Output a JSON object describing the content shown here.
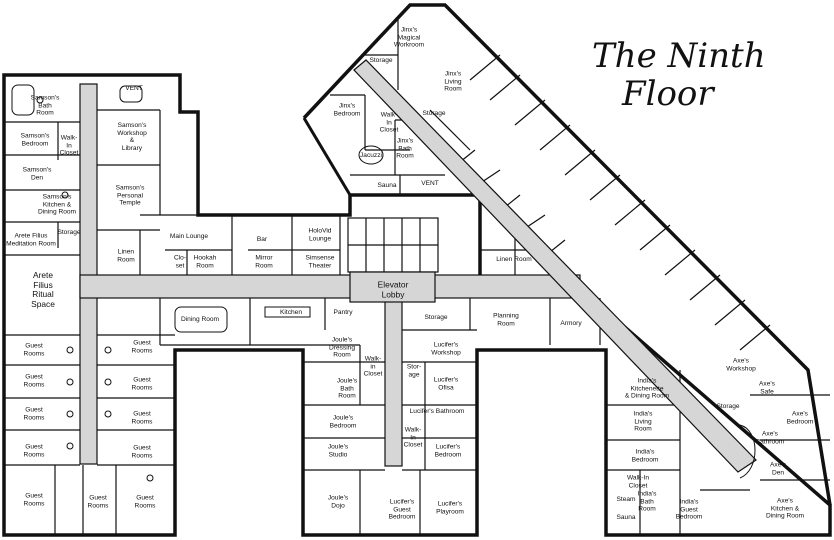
{
  "title": {
    "line1": "The Ninth",
    "line2": "Floor"
  },
  "rooms": {
    "samsons_bath_room": "Samson's\nBath\nRoom",
    "vent_1": "VENT",
    "samsons_bedroom": "Samson's\nBedroom",
    "walk_in_closet_samson": "Walk-\nIn\nCloset",
    "samsons_workshop_library": "Samson's\nWorkshop\n&\nLibrary",
    "samsons_den": "Samson's\nDen",
    "samsons_personal_temple": "Samson's\nPersonal\nTemple",
    "samsons_kitchen_dining": "Samson's\nKitchen &\nDining Room",
    "arete_filius_meditation_room": "Arete Filius\nMeditation Room",
    "storage_west": "Storage",
    "linen_room_west": "Linen\nRoom",
    "main_lounge": "Main Lounge",
    "bar": "Bar",
    "holovid_lounge": "HoloVid\nLounge",
    "closet": "Clo-\nset",
    "hookah_room": "Hookah\nRoom",
    "mirror_room": "Mirror\nRoom",
    "simsense_theater": "Simsense\nTheater",
    "arete_filius_ritual_space": "Arete\nFilius\nRitual\nSpace",
    "elevator_lobby": "Elevator\nLobby",
    "dining_room": "Dining Room",
    "kitchen": "Kitchen",
    "pantry": "Pantry",
    "storage_center": "Storage",
    "planning_room": "Planning\nRoom",
    "armory": "Armory",
    "guest_rooms_1": "Guest\nRooms",
    "guest_rooms_2": "Guest\nRooms",
    "guest_rooms_3": "Guest\nRooms",
    "guest_rooms_4": "Guest\nRooms",
    "guest_rooms_5": "Guest\nRooms",
    "guest_rooms_6": "Guest\nRooms",
    "guest_rooms_7": "Guest\nRooms",
    "guest_rooms_8": "Guest\nRooms",
    "guest_rooms_9": "Guest\nRooms",
    "guest_rooms_10": "Guest\nRooms",
    "guest_rooms_11": "Guest\nRooms",
    "joules_dressing_room": "Joule's\nDressing\nRoom",
    "walk_in_closet_joule": "Walk-\nin\nCloset",
    "joules_bath_room": "Joule's\nBath\nRoom",
    "joules_bedroom": "Joule's\nBedroom",
    "joules_studio": "Joule's\nStudio",
    "joules_dojo": "Joule's\nDojo",
    "lucifers_workshop": "Lucifer's\nWorkshop",
    "storage_lucifer": "Stor-\nage",
    "lucifers_ofisa": "Lucifer's\nOfisa",
    "lucifers_bathroom": "Lucifer's Bathroom",
    "walk_in_closet_lucifer": "Walk-\nIn\nCloset",
    "lucifers_bedroom": "Lucifer's\nBedroom",
    "lucifers_guest_bedroom": "Lucifer's\nGuest\nBedroom",
    "lucifers_playroom": "Lucifer's\nPlayroom",
    "jinxs_magical_workroom": "Jinx's\nMagical\nWorkroom",
    "storage_jinx_1": "Storage",
    "jinxs_living_room": "Jinx's\nLiving\nRoom",
    "jinxs_bedroom": "Jinx's\nBedroom",
    "walk_in_closet_jinx": "Walk-\nIn\nCloset",
    "storage_jinx_2": "Storage",
    "jinxs_bath_room": "Jinx's\nBath\nRoom",
    "jacuzzi": "Jacuzzi",
    "sauna_north": "Sauna",
    "vent_2": "VENT",
    "linen_room_east": "Linen Room",
    "axes_workshop": "Axe's\nWorkshop",
    "axes_safe": "Axe's\nSafe",
    "storage_axe": "Storage",
    "axes_bedroom": "Axe's\nBedroom",
    "axes_bathroom": "Axe's\nBathroom",
    "axes_den": "Axe's\nDen",
    "axes_kitchen_dining": "Axe's\nKitchen &\nDining Room",
    "indias_kitchenette": "India's\nKitchenette\n& Dining Room",
    "indias_living_room": "India's\nLiving\nRoom",
    "indias_bedroom": "India's\nBedroom",
    "walk_in_closet_india": "Walk-In\nCloset",
    "steam": "Steam",
    "indias_bath_room": "India's\nBath\nRoom",
    "indias_guest_bedroom": "India's\nGuest\nBedroom",
    "sauna_south": "Sauna"
  }
}
